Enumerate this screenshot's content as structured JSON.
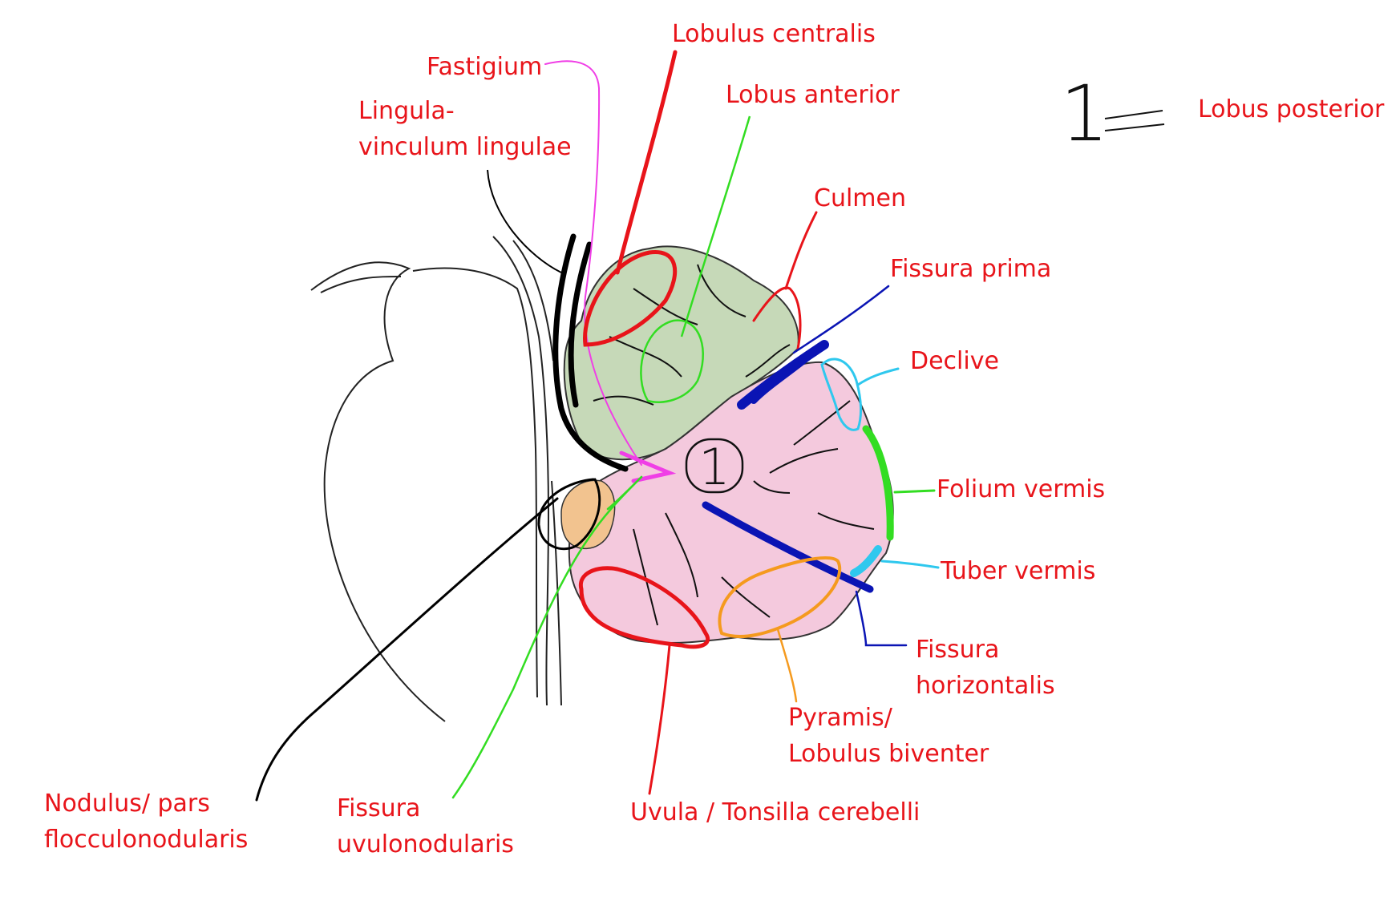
{
  "legend": {
    "number": "1",
    "label": "Lobus posterior"
  },
  "region_marker": "1",
  "labels": {
    "lobulus_centralis": "Lobulus centralis",
    "fastigium": "Fastigium",
    "lobus_anterior": "Lobus anterior",
    "lingula_line1": "Lingula-",
    "lingula_line2": "vinculum lingulae",
    "culmen": "Culmen",
    "fissura_prima": "Fissura prima",
    "declive": "Declive",
    "folium_vermis": "Folium vermis",
    "tuber_vermis": "Tuber vermis",
    "fissura_horizontalis_line1": "Fissura",
    "fissura_horizontalis_line2": "horizontalis",
    "pyramis_line1": "Pyramis/",
    "pyramis_line2": "Lobulus biventer",
    "uvula": "Uvula / Tonsilla cerebelli",
    "fissura_uvulo_line1": "Fissura",
    "fissura_uvulo_line2": "uvulonodularis",
    "nodulus_line1": "Nodulus/ pars",
    "nodulus_line2": "flocculonodularis"
  },
  "colors": {
    "label_text": "#e8141a",
    "anterior_lobe_fill": "#c6d9b8",
    "posterior_lobe_fill": "#f4c9dd",
    "nodulus_fill": "#f2c38f",
    "red_marker": "#e8141a",
    "green_marker": "#33dd22",
    "blue_marker": "#0a14b4",
    "cyan_marker": "#2fc8ee",
    "orange_marker": "#f59a1e",
    "magenta_marker": "#f03ee6",
    "black_marker": "#000000"
  }
}
